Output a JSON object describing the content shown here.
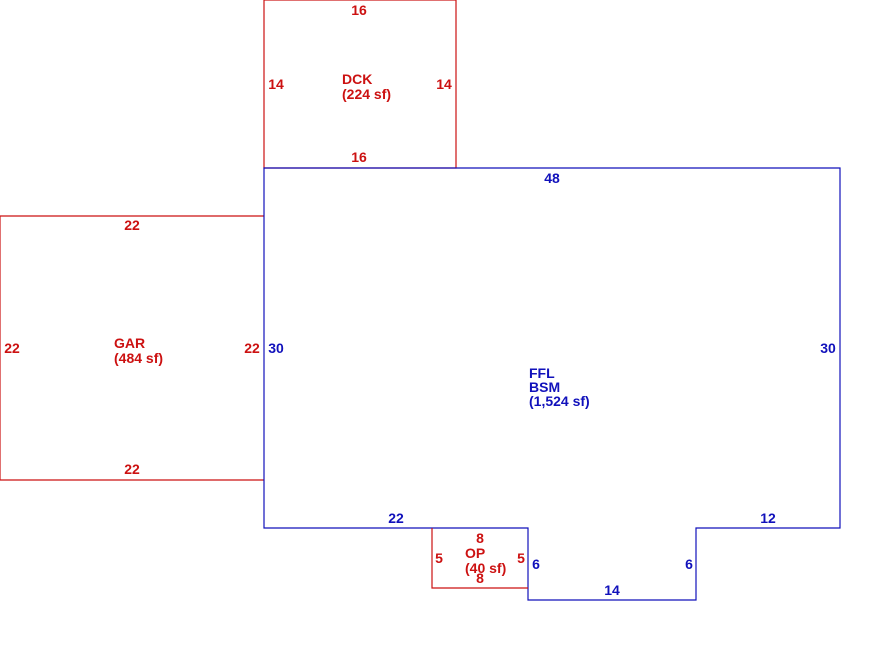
{
  "colors": {
    "addition": "#cc1111",
    "main_structure": "#1111bb"
  },
  "areas": {
    "deck": {
      "code": "DCK",
      "area": "(224 sf)",
      "dims": {
        "top": "16",
        "bottom": "16",
        "left": "14",
        "right": "14"
      }
    },
    "garage": {
      "code": "GAR",
      "area": "(484 sf)",
      "dims": {
        "top": "22",
        "bottom": "22",
        "left": "22",
        "right": "22"
      }
    },
    "main": {
      "code_1": "FFL",
      "code_2": "BSM",
      "area": "(1,524 sf)",
      "dims": {
        "top": "48",
        "left": "30",
        "right": "30",
        "bottom_left": "22",
        "bottom_right": "12",
        "notch_left": "6",
        "notch_right": "6",
        "notch_bottom": "14"
      }
    },
    "porch": {
      "code": "OP",
      "area": "(40 sf)",
      "dims": {
        "top": "8",
        "bottom": "8",
        "left": "5",
        "right": "5"
      }
    }
  }
}
